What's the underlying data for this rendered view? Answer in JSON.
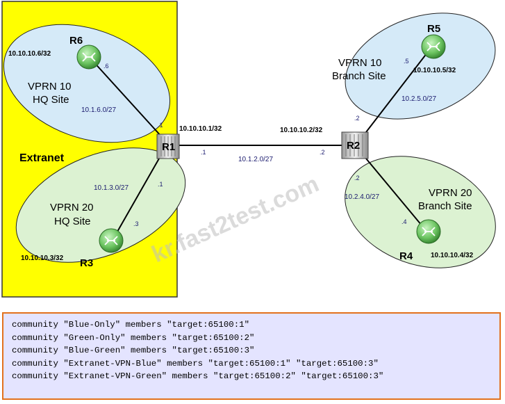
{
  "extranet_label": "Extranet",
  "watermark": "kr.fast2test.com",
  "sites": {
    "vprn10_hq": {
      "line1": "VPRN 10",
      "line2": "HQ Site",
      "subnet": "10.1.6.0/27"
    },
    "vprn20_hq": {
      "line1": "VPRN 20",
      "line2": "HQ Site",
      "subnet": "10.1.3.0/27"
    },
    "vprn10_branch": {
      "line1": "VPRN 10",
      "line2": "Branch Site",
      "subnet": "10.2.5.0/27"
    },
    "vprn20_branch": {
      "line1": "VPRN 20",
      "line2": "Branch Site",
      "subnet": "10.2.4.0/27"
    }
  },
  "routers": {
    "r1": {
      "name": "R1",
      "loopback": "10.10.10.1/32"
    },
    "r2": {
      "name": "R2",
      "loopback": "10.10.10.2/32"
    },
    "r3": {
      "name": "R3",
      "loopback": "10.10.10.3/32"
    },
    "r4": {
      "name": "R4",
      "loopback": "10.10.10.4/32"
    },
    "r5": {
      "name": "R5",
      "loopback": "10.10.10.5/32"
    },
    "r6": {
      "name": "R6",
      "loopback": "10.10.10.6/32"
    }
  },
  "links": {
    "r1_r2": {
      "subnet": "10.1.2.0/27",
      "r1_host": ".1",
      "r2_host": ".2"
    },
    "r1_r6": {
      "r1_host": ".1",
      "r6_host": ".6"
    },
    "r1_r3": {
      "r1_host": ".1",
      "r3_host": ".3"
    },
    "r2_r5": {
      "r2_host": ".2",
      "r5_host": ".5"
    },
    "r2_r4": {
      "r2_host": ".2",
      "r4_host": ".4"
    }
  },
  "colors": {
    "extranet_fill": "#ffff00",
    "vprn10_fill": "#d5eaf8",
    "vprn20_fill": "#dcf2d2",
    "config_fill": "#e4e4ff",
    "config_border": "#e2711d"
  },
  "config_lines": [
    "community \"Blue-Only\" members \"target:65100:1\"",
    "community \"Green-Only\" members \"target:65100:2\"",
    "community \"Blue-Green\" members \"target:65100:3\"",
    "community \"Extranet-VPN-Blue\" members \"target:65100:1\" \"target:65100:3\"",
    "community \"Extranet-VPN-Green\" members \"target:65100:2\" \"target:65100:3\""
  ]
}
